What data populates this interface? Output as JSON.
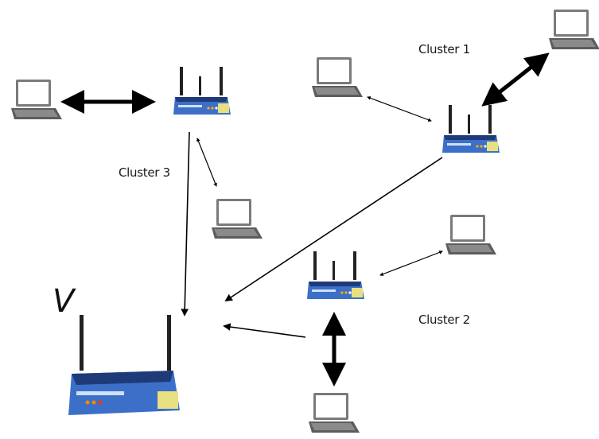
{
  "labels": {
    "cluster1": "Cluster 1",
    "cluster2": "Cluster 2",
    "cluster3": "Cluster 3",
    "sink": "V"
  },
  "colors": {
    "router_body": "#3c6fc7",
    "router_dark": "#1e3a78",
    "laptop_frame": "#6b6b6b",
    "laptop_screen": "#ffffff",
    "arrow": "#000000"
  }
}
